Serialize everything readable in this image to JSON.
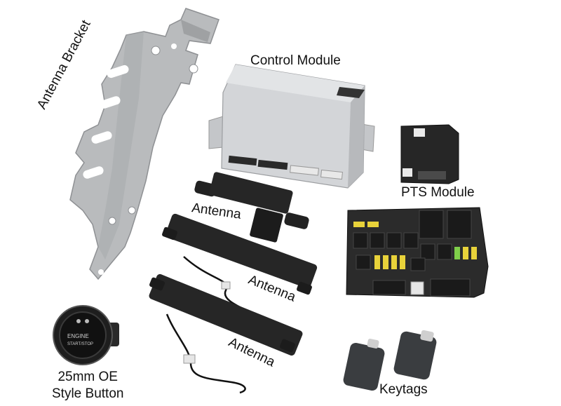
{
  "labels": {
    "antenna_bracket": "Antenna Bracket",
    "control_module": "Control Module",
    "pts_module": "PTS Module",
    "antenna_1": "Antenna",
    "antenna_2": "Antenna",
    "antenna_3": "Antenna",
    "oe_button_line1": "25mm OE",
    "oe_button_line2": "Style Button",
    "keytags": "Keytags"
  },
  "button_face": {
    "line1": "ENGINE",
    "line2": "START/STOP"
  },
  "colors": {
    "metal": "#b9bbbd",
    "module_body": "#d0d2d5",
    "black_part": "#222222",
    "fuse_yellow": "#e8d23a",
    "fuse_green": "#7fcf4a"
  }
}
